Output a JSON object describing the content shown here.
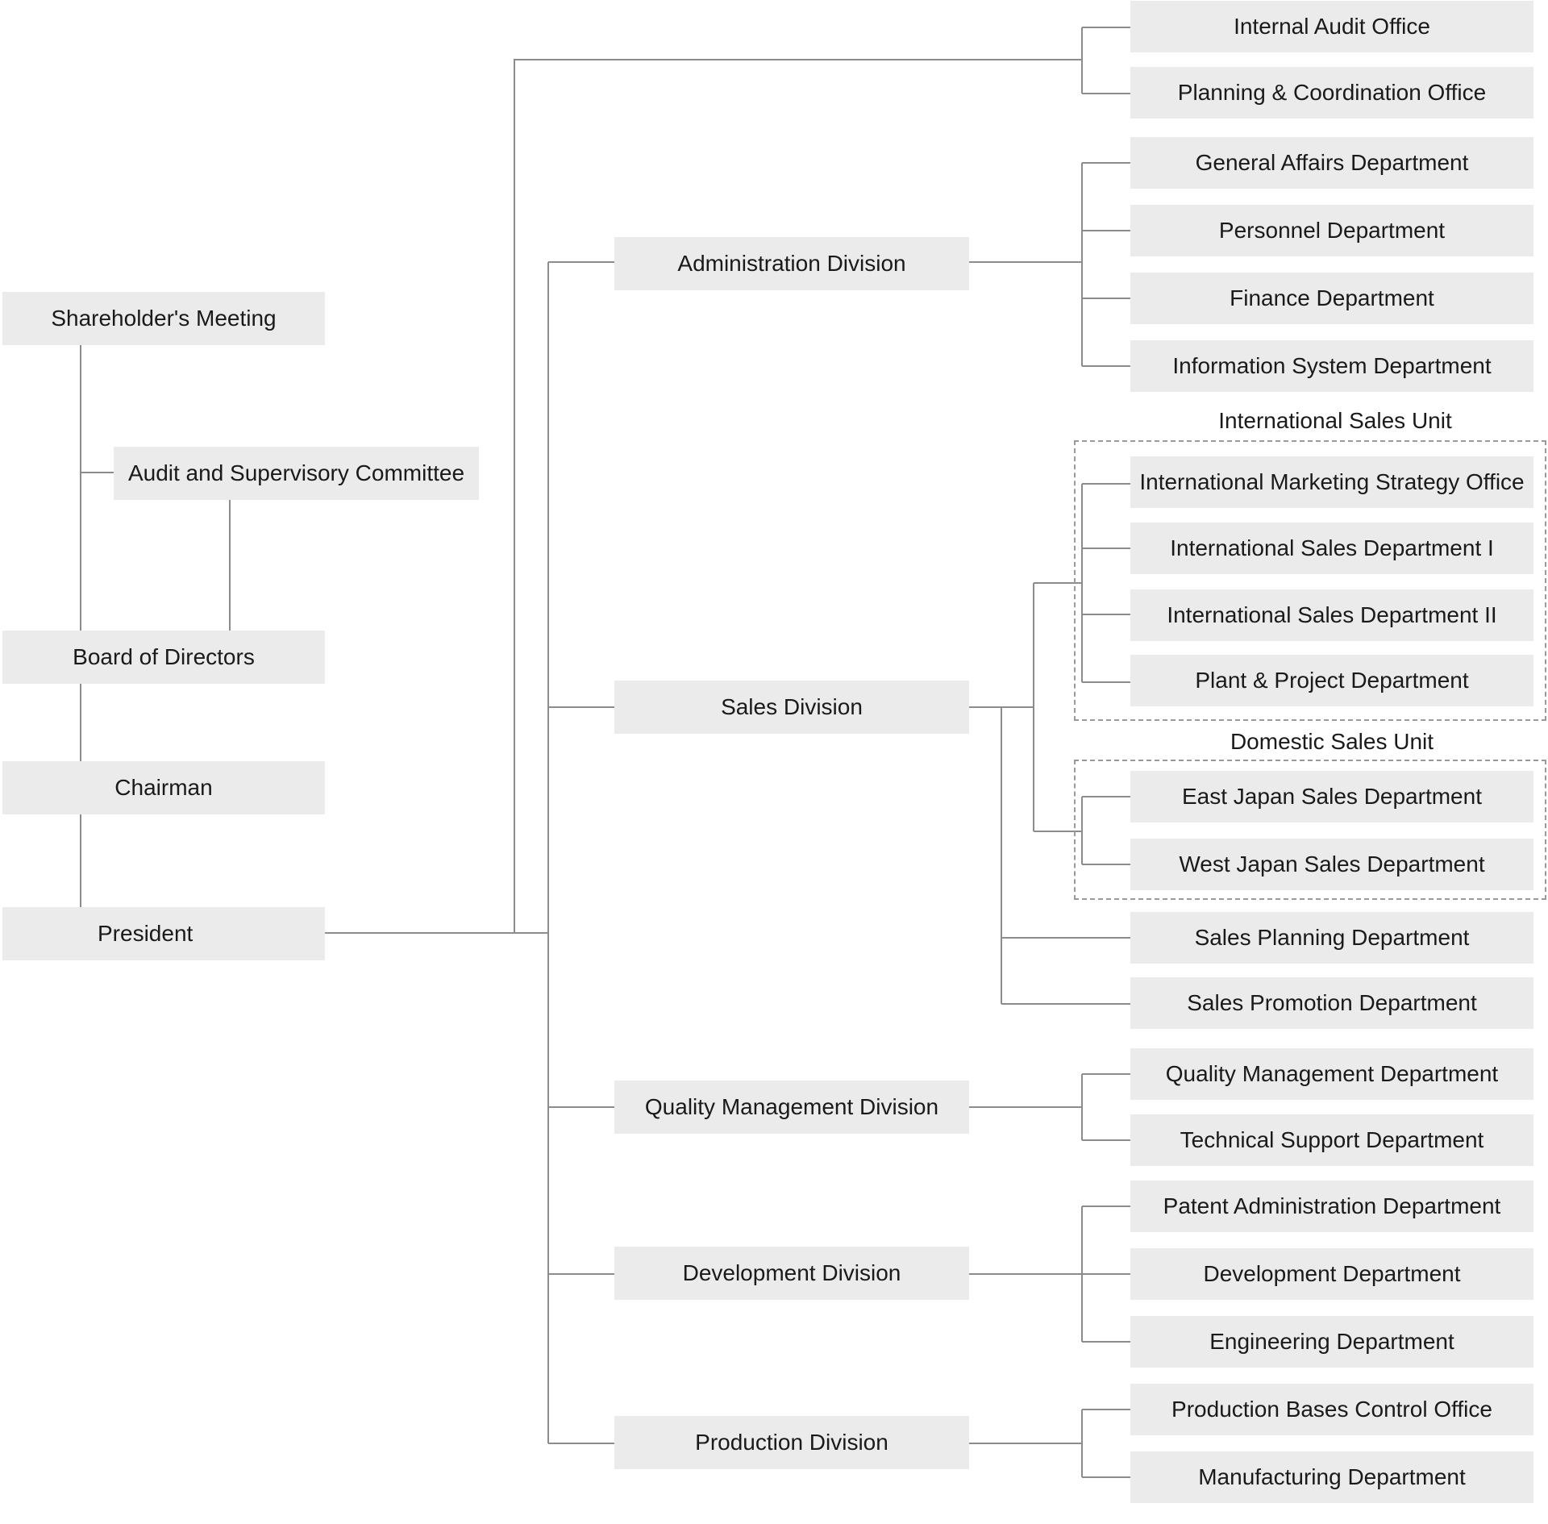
{
  "nodes": {
    "shareholders_meeting": "Shareholder's Meeting",
    "audit_committee": "Audit and Supervisory Committee",
    "board_of_directors": "Board of Directors",
    "chairman": "Chairman",
    "president": "President",
    "internal_audit_office": "Internal Audit Office",
    "planning_coordination_office": "Planning & Coordination Office",
    "administration_division": "Administration Division",
    "general_affairs_department": "General Affairs Department",
    "personnel_department": "Personnel Department",
    "finance_department": "Finance Department",
    "information_system_department": "Information System Department",
    "sales_division": "Sales Division",
    "international_marketing_strategy_office": "International Marketing Strategy Office",
    "international_sales_department_1": "International Sales Department I",
    "international_sales_department_2": "International Sales Department II",
    "plant_project_department": "Plant & Project Department",
    "east_japan_sales_department": "East Japan Sales Department",
    "west_japan_sales_department": "West Japan Sales Department",
    "sales_planning_department": "Sales Planning Department",
    "sales_promotion_department": "Sales Promotion Department",
    "quality_management_division": "Quality Management Division",
    "quality_management_department": "Quality Management Department",
    "technical_support_department": "Technical Support Department",
    "development_division": "Development Division",
    "patent_administration_department": "Patent Administration Department",
    "development_department": "Development Department",
    "engineering_department": "Engineering Department",
    "production_division": "Production Division",
    "production_bases_control_office": "Production Bases Control Office",
    "manufacturing_department": "Manufacturing Department"
  },
  "units": {
    "international_sales_unit": "International Sales Unit",
    "domestic_sales_unit": "Domestic Sales Unit"
  },
  "colors": {
    "box_fill": "#ebebeb",
    "connector": "#8c8c8c",
    "unit_border": "#9a9a9a",
    "text": "#1a1a1a"
  }
}
